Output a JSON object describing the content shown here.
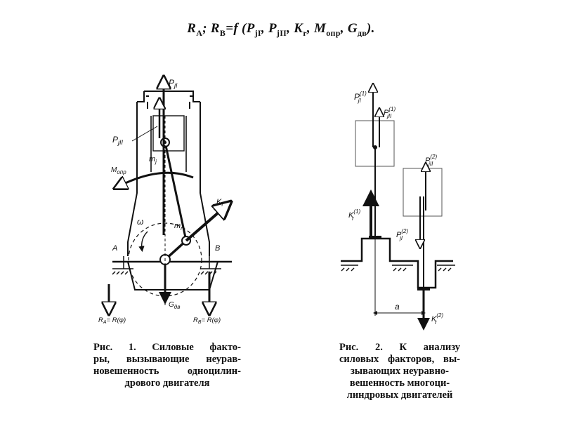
{
  "formula": {
    "ra": "R",
    "ra_sub": "A",
    "sep": ";",
    "rb": "R",
    "rb_sub": "B",
    "eq": "=",
    "f": "f",
    "open": "(",
    "p1": "P",
    "p1_sub": "jI",
    "p2": "P",
    "p2_sub": "jII",
    "k": "K",
    "k_sub": "r",
    "m": "M",
    "m_sub": "опр",
    "g": "G",
    "g_sub": "дв",
    "close": ").",
    "comma": ","
  },
  "figure1": {
    "labels": {
      "pj1": "P",
      "pj1_sub": "jI",
      "pj2": "P",
      "pj2_sub": "jII",
      "mj": "m",
      "mj_sub": "j",
      "mopr": "M",
      "mopr_sub": "опр",
      "kr": "K",
      "kr_sub": "r",
      "omega": "ω",
      "mr": "m",
      "mr_sub": "r",
      "a": "A",
      "b": "B",
      "gdv": "G",
      "gdv_sub": "дв",
      "ra": "R",
      "ra_sub": "A",
      "ra_eq": "= R(φ)",
      "rb": "R",
      "rb_sub": "B",
      "rb_eq": "= R(φ)"
    }
  },
  "figure2": {
    "labels": {
      "pj1_1": "P",
      "pj1_1_sup": "(1)",
      "pj1_1_sub": "jI",
      "pj2_1": "P",
      "pj2_1_sup": "(1)",
      "pj2_1_sub": "jII",
      "pj2_2": "P",
      "pj2_2_sup": "(2)",
      "pj2_2_sub": "jII",
      "kr1": "K",
      "kr1_sup": "(1)",
      "kr1_sub": "r",
      "pj1_2": "P",
      "pj1_2_sup": "(2)",
      "pj1_2_sub": "jI",
      "a": "a",
      "kr2": "K",
      "kr2_sup": "(2)",
      "kr2_sub": "r"
    }
  },
  "caption1": {
    "lines": [
      "Рис. 1.    Силовые факто-",
      "ры, вызывающие неурав-",
      "новешенность одноцилин-",
      "дрового двигателя"
    ]
  },
  "caption2": {
    "lines": [
      "Рис. 2.   К    анализу",
      "силовых факторов, вы-",
      "зывающих неуравно-",
      "вешенность многоци-",
      "линдровых двигателей"
    ]
  }
}
